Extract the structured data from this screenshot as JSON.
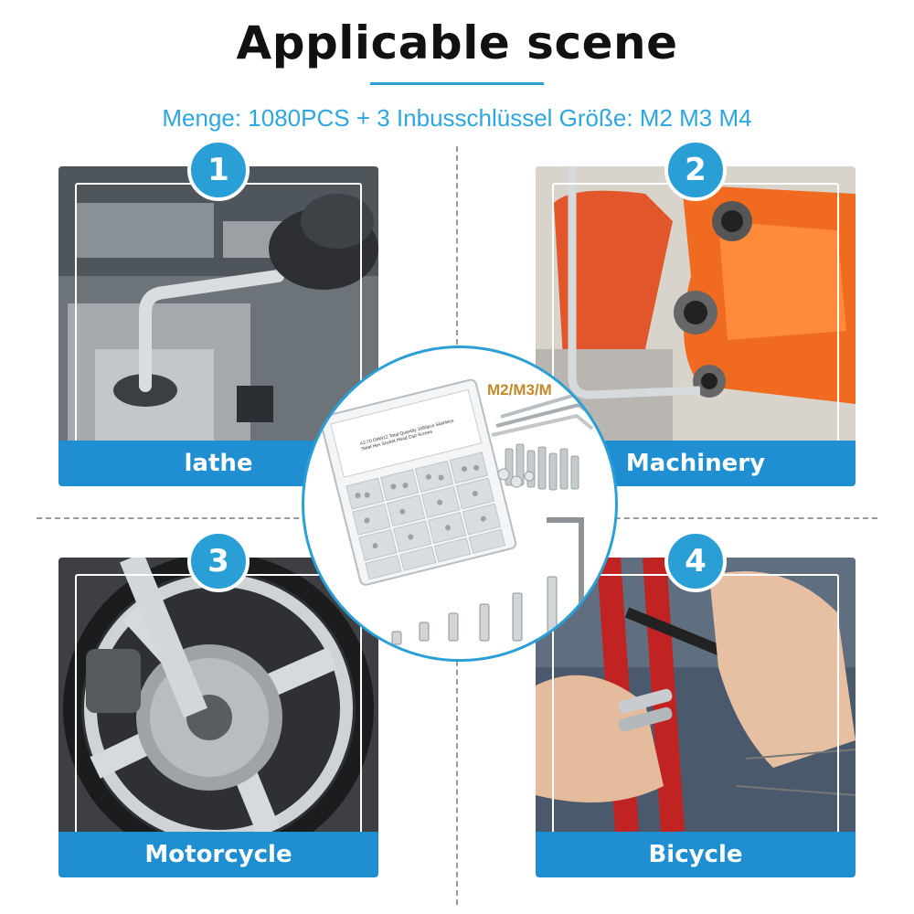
{
  "header": {
    "title": "Applicable scene",
    "subtitle": "Menge: 1080PCS + 3 Inbusschlüssel Größe: M2 M3 M4"
  },
  "center": {
    "size_label": "M2/M3/M",
    "box_label": "A2-70 DIN912 Total Quantity 1080pcs Stainless Steel Hex Socket Head Cap Screws"
  },
  "scenes": [
    {
      "number": "1",
      "label": "lathe",
      "icon": "lathe-photo"
    },
    {
      "number": "2",
      "label": "Machinery",
      "icon": "machinery-photo"
    },
    {
      "number": "3",
      "label": "Motorcycle",
      "icon": "motorcycle-photo"
    },
    {
      "number": "4",
      "label": "Bicycle",
      "icon": "bicycle-photo"
    }
  ],
  "colors": {
    "accent": "#2a9fd6",
    "bar": "#1f8fd1",
    "size_label": "#c48a2a"
  }
}
